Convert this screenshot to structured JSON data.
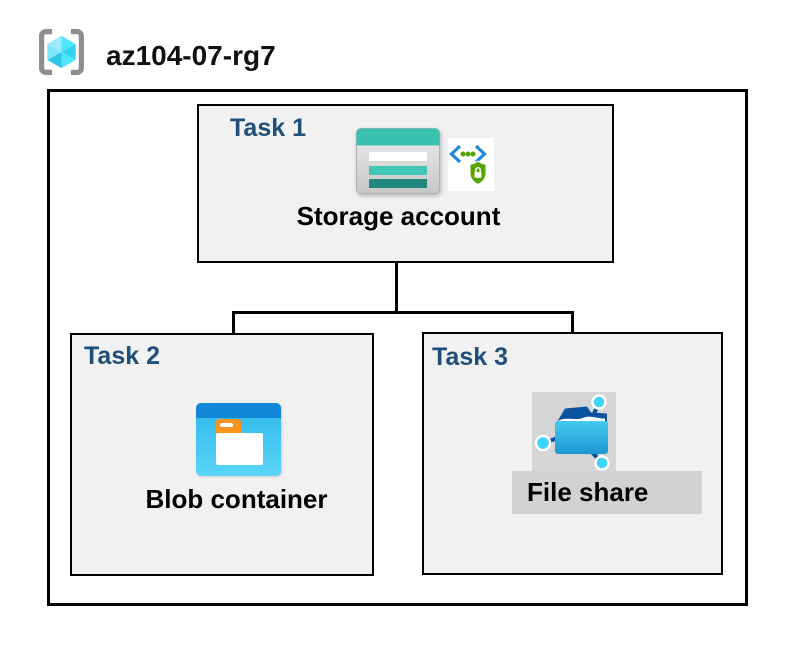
{
  "header": {
    "resource_group_name": "az104-07-rg7"
  },
  "tasks": [
    {
      "label": "Task 1",
      "item": "Storage account"
    },
    {
      "label": "Task 2",
      "item": "Blob container"
    },
    {
      "label": "Task 3",
      "item": "File share"
    }
  ],
  "connections": [
    {
      "from": "Storage account",
      "to": "Blob container"
    },
    {
      "from": "Storage account",
      "to": "File share"
    }
  ],
  "icons": {
    "resource_group": "azure-resource-group-icon",
    "storage_account": "storage-account-icon",
    "secure_access": "code-brackets-shield-lock-icon",
    "blob_container": "blob-container-icon",
    "file_share": "file-share-icon"
  },
  "colors": {
    "task_label": "#1F4E79",
    "box_fill": "#F1F1F1",
    "border": "#000000",
    "storage_teal": "#38C1AE",
    "storage_teal_dark": "#21867B",
    "blob_band_blue": "#1386D8",
    "blob_body_cyan": "#35C2F2",
    "folder_tab_orange": "#F7941E",
    "shield_green": "#57A300",
    "bracket_blue": "#1E88D8",
    "fileshare_navy": "#0B53A0",
    "node_cyan": "#3FD2FB",
    "highlight_gray": "#D5D5D5",
    "cube_cyan_light": "#9CEBFF",
    "cube_cyan": "#50E6FF",
    "cube_cyan_dark": "#32D3F0"
  }
}
